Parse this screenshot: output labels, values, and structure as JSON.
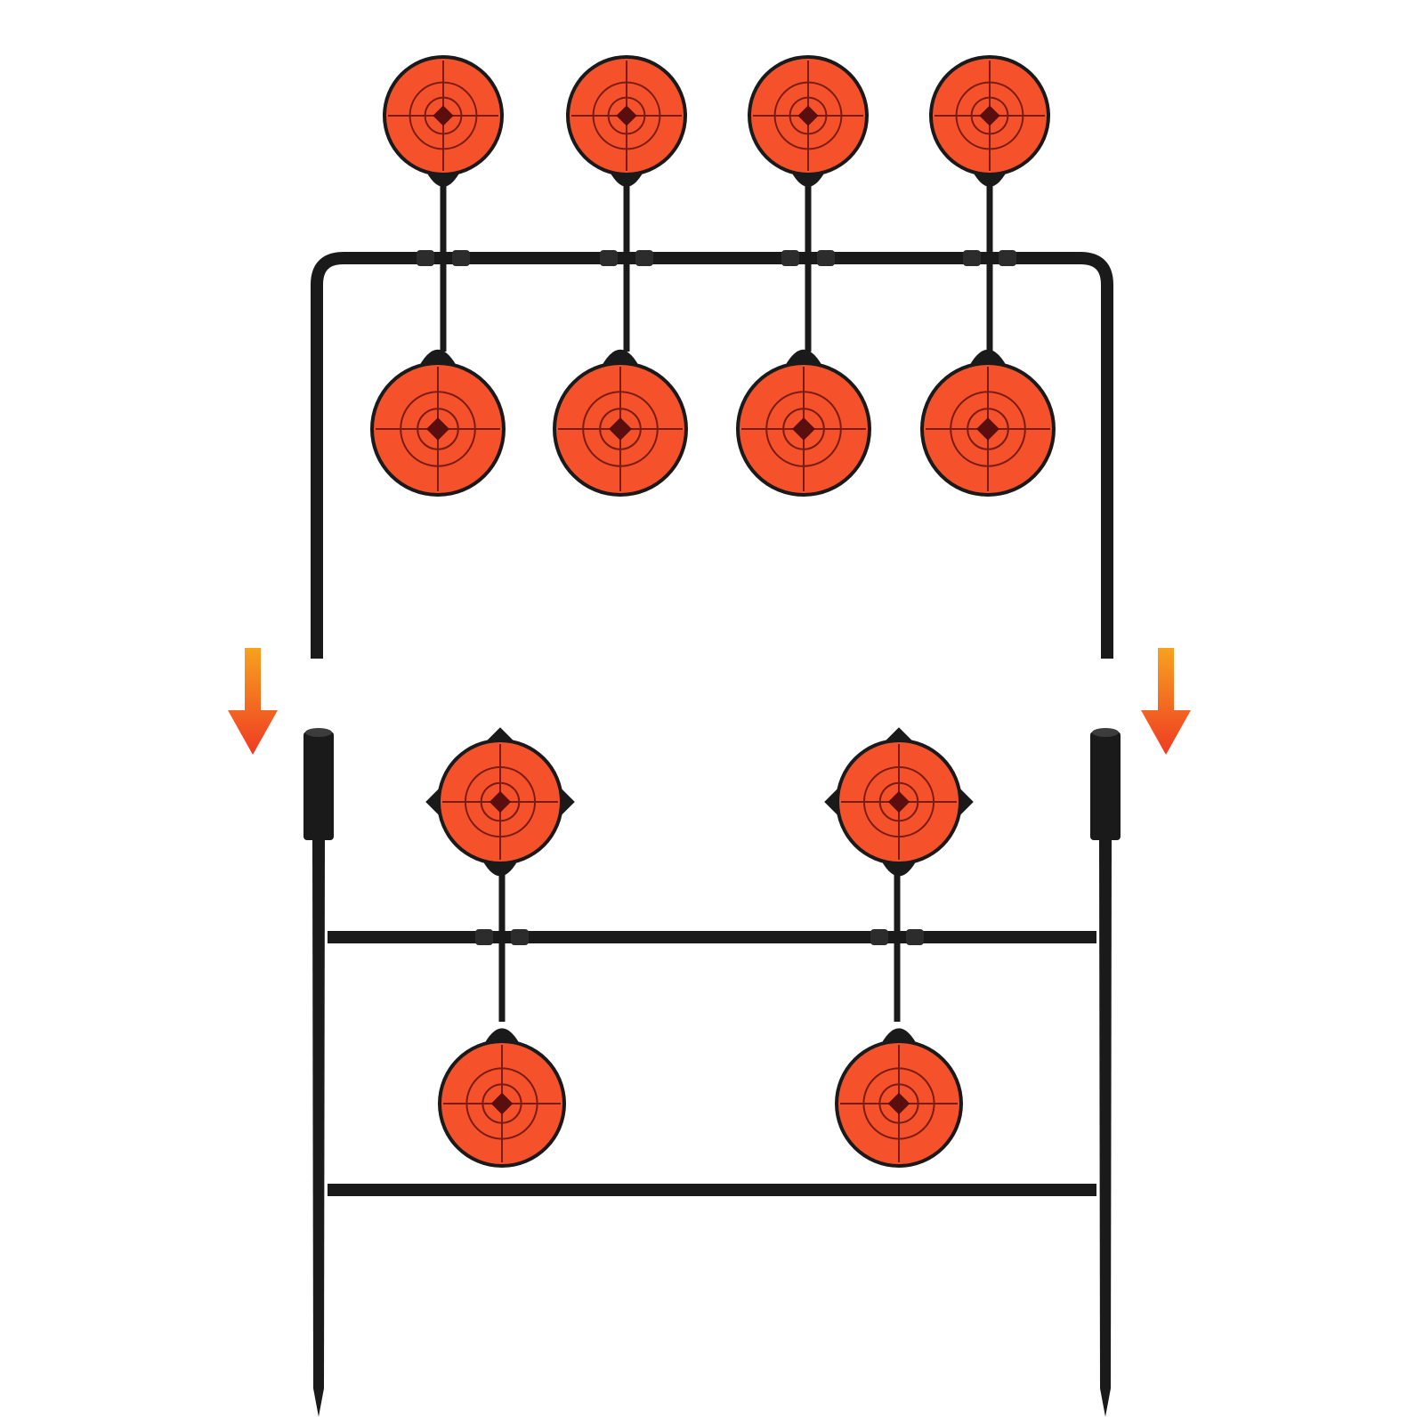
{
  "image": {
    "subject": "spinner-shooting-target-stand",
    "background": "#ffffff"
  },
  "colors": {
    "frame": "#1a1a1a",
    "target_fill": "#f5522c",
    "target_rim": "#1a1a1a",
    "target_lines": "#7a1c12",
    "bullseye": "#5a0e0e",
    "arrow_top": "#f7a21e",
    "arrow_bottom": "#ef3a24"
  },
  "icons": {
    "arrow": "arrow-down-icon",
    "target": "bullseye-target-icon"
  },
  "parts": {
    "upper_frame_targets": 8,
    "lower_frame_targets": 4,
    "down_arrows": 2
  }
}
